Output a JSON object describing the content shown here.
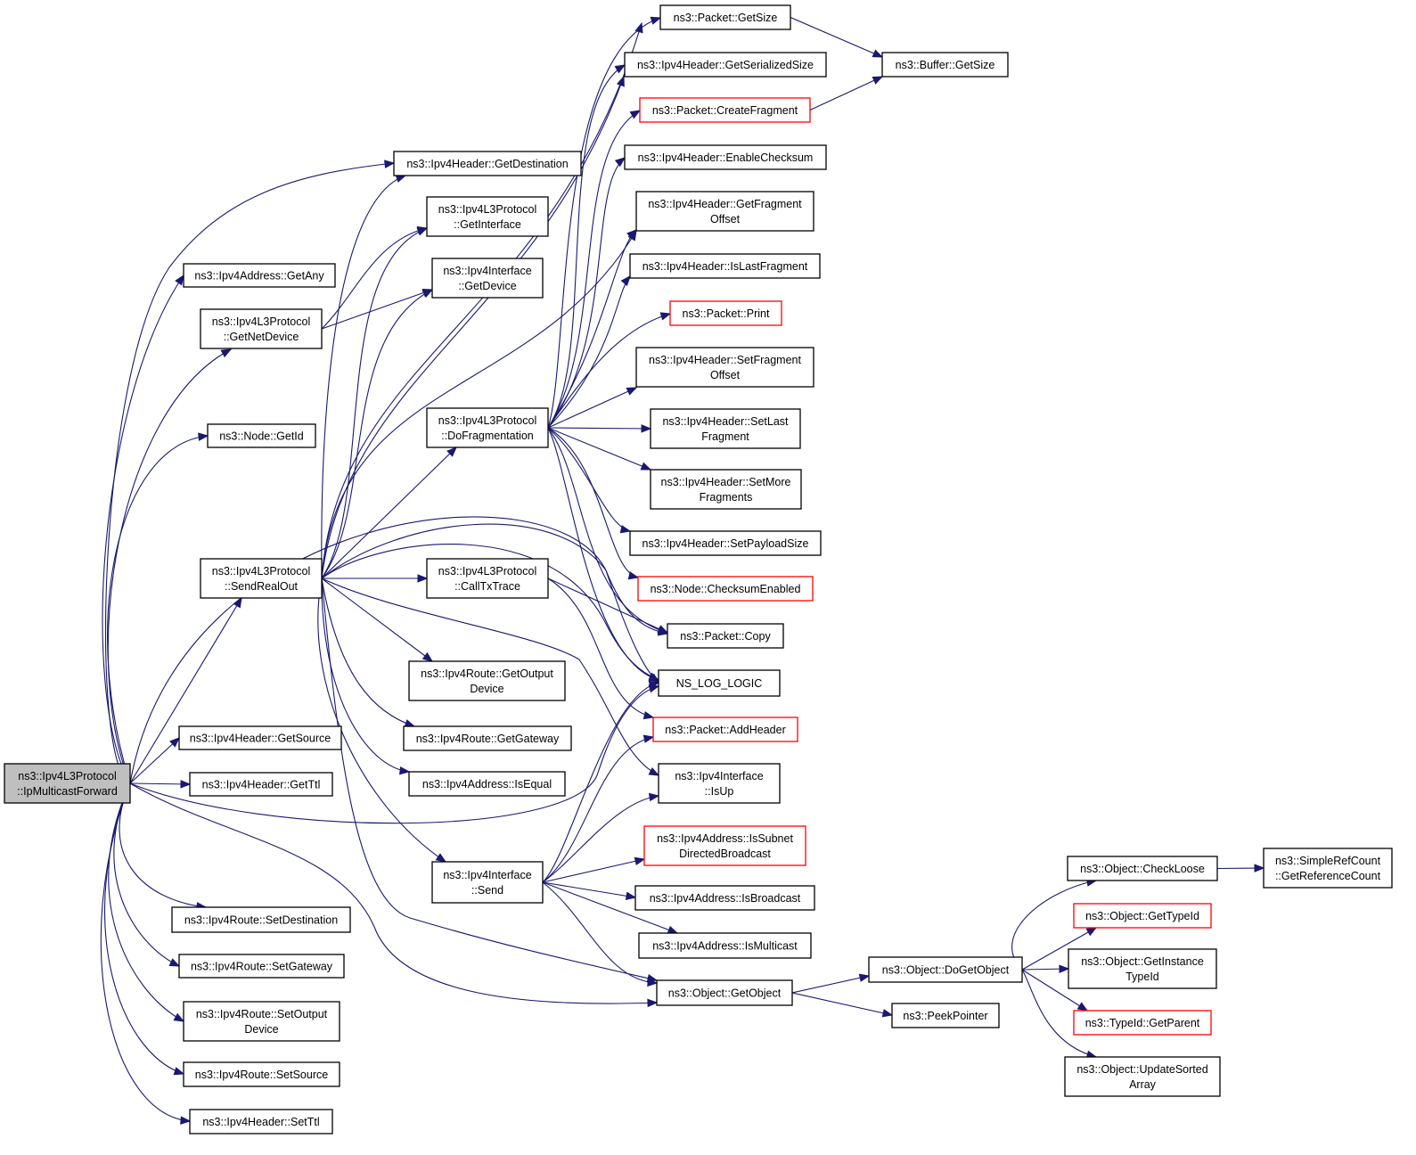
{
  "diagram": {
    "nodes": [
      {
        "id": "root",
        "lines": [
          "ns3::Ipv4L3Protocol",
          "::IpMulticastForward"
        ],
        "style": "root"
      },
      {
        "id": "getdest",
        "lines": [
          "ns3::Ipv4Header::GetDestination"
        ],
        "style": "normal"
      },
      {
        "id": "getany",
        "lines": [
          "ns3::Ipv4Address::GetAny"
        ],
        "style": "normal"
      },
      {
        "id": "getnetdev",
        "lines": [
          "ns3::Ipv4L3Protocol",
          "::GetNetDevice"
        ],
        "style": "normal"
      },
      {
        "id": "nodegetid",
        "lines": [
          "ns3::Node::GetId"
        ],
        "style": "normal"
      },
      {
        "id": "sendrealout",
        "lines": [
          "ns3::Ipv4L3Protocol",
          "::SendRealOut"
        ],
        "style": "normal"
      },
      {
        "id": "getsource",
        "lines": [
          "ns3::Ipv4Header::GetSource"
        ],
        "style": "normal"
      },
      {
        "id": "getttl",
        "lines": [
          "ns3::Ipv4Header::GetTtl"
        ],
        "style": "normal"
      },
      {
        "id": "setdestination",
        "lines": [
          "ns3::Ipv4Route::SetDestination"
        ],
        "style": "normal"
      },
      {
        "id": "setgateway",
        "lines": [
          "ns3::Ipv4Route::SetGateway"
        ],
        "style": "normal"
      },
      {
        "id": "setoutputdevice",
        "lines": [
          "ns3::Ipv4Route::SetOutput",
          "Device"
        ],
        "style": "normal"
      },
      {
        "id": "setsource",
        "lines": [
          "ns3::Ipv4Route::SetSource"
        ],
        "style": "normal"
      },
      {
        "id": "setttl",
        "lines": [
          "ns3::Ipv4Header::SetTtl"
        ],
        "style": "normal"
      },
      {
        "id": "getinterface",
        "lines": [
          "ns3::Ipv4L3Protocol",
          "::GetInterface"
        ],
        "style": "normal"
      },
      {
        "id": "getdevice",
        "lines": [
          "ns3::Ipv4Interface",
          "::GetDevice"
        ],
        "style": "normal"
      },
      {
        "id": "dofrag",
        "lines": [
          "ns3::Ipv4L3Protocol",
          "::DoFragmentation"
        ],
        "style": "normal"
      },
      {
        "id": "calltxtrace",
        "lines": [
          "ns3::Ipv4L3Protocol",
          "::CallTxTrace"
        ],
        "style": "normal"
      },
      {
        "id": "getoutputdevice",
        "lines": [
          "ns3::Ipv4Route::GetOutput",
          "Device"
        ],
        "style": "normal"
      },
      {
        "id": "routegetgateway",
        "lines": [
          "ns3::Ipv4Route::GetGateway"
        ],
        "style": "normal"
      },
      {
        "id": "isequal",
        "lines": [
          "ns3::Ipv4Address::IsEqual"
        ],
        "style": "normal"
      },
      {
        "id": "ifsend",
        "lines": [
          "ns3::Ipv4Interface",
          "::Send"
        ],
        "style": "normal"
      },
      {
        "id": "pktgetsize",
        "lines": [
          "ns3::Packet::GetSize"
        ],
        "style": "normal"
      },
      {
        "id": "getserializedsize",
        "lines": [
          "ns3::Ipv4Header::GetSerializedSize"
        ],
        "style": "normal"
      },
      {
        "id": "createfragment",
        "lines": [
          "ns3::Packet::CreateFragment"
        ],
        "style": "red"
      },
      {
        "id": "enablechecksum",
        "lines": [
          "ns3::Ipv4Header::EnableChecksum"
        ],
        "style": "normal"
      },
      {
        "id": "getfragoffset",
        "lines": [
          "ns3::Ipv4Header::GetFragment",
          "Offset"
        ],
        "style": "normal"
      },
      {
        "id": "islastfrag",
        "lines": [
          "ns3::Ipv4Header::IsLastFragment"
        ],
        "style": "normal"
      },
      {
        "id": "pktprint",
        "lines": [
          "ns3::Packet::Print"
        ],
        "style": "red"
      },
      {
        "id": "setfragoffset",
        "lines": [
          "ns3::Ipv4Header::SetFragment",
          "Offset"
        ],
        "style": "normal"
      },
      {
        "id": "setlastfrag",
        "lines": [
          "ns3::Ipv4Header::SetLast",
          "Fragment"
        ],
        "style": "normal"
      },
      {
        "id": "setmorefrag",
        "lines": [
          "ns3::Ipv4Header::SetMore",
          "Fragments"
        ],
        "style": "normal"
      },
      {
        "id": "setpayloadsize",
        "lines": [
          "ns3::Ipv4Header::SetPayloadSize"
        ],
        "style": "normal"
      },
      {
        "id": "checksumenabled",
        "lines": [
          "ns3::Node::ChecksumEnabled"
        ],
        "style": "red"
      },
      {
        "id": "pktcopy",
        "lines": [
          "ns3::Packet::Copy"
        ],
        "style": "normal"
      },
      {
        "id": "nslog",
        "lines": [
          "NS_LOG_LOGIC"
        ],
        "style": "normal"
      },
      {
        "id": "addheader",
        "lines": [
          "ns3::Packet::AddHeader"
        ],
        "style": "red"
      },
      {
        "id": "isup",
        "lines": [
          "ns3::Ipv4Interface",
          "::IsUp"
        ],
        "style": "normal"
      },
      {
        "id": "issubnet",
        "lines": [
          "ns3::Ipv4Address::IsSubnet",
          "DirectedBroadcast"
        ],
        "style": "red"
      },
      {
        "id": "isbroadcast",
        "lines": [
          "ns3::Ipv4Address::IsBroadcast"
        ],
        "style": "normal"
      },
      {
        "id": "ismulticast",
        "lines": [
          "ns3::Ipv4Address::IsMulticast"
        ],
        "style": "normal"
      },
      {
        "id": "getobject",
        "lines": [
          "ns3::Object::GetObject"
        ],
        "style": "normal"
      },
      {
        "id": "buffergetsize",
        "lines": [
          "ns3::Buffer::GetSize"
        ],
        "style": "normal"
      },
      {
        "id": "dogetobject",
        "lines": [
          "ns3::Object::DoGetObject"
        ],
        "style": "normal"
      },
      {
        "id": "peekpointer",
        "lines": [
          "ns3::PeekPointer"
        ],
        "style": "normal"
      },
      {
        "id": "checkloose",
        "lines": [
          "ns3::Object::CheckLoose"
        ],
        "style": "normal"
      },
      {
        "id": "gettypeid",
        "lines": [
          "ns3::Object::GetTypeId"
        ],
        "style": "red"
      },
      {
        "id": "getinstancetypeid",
        "lines": [
          "ns3::Object::GetInstance",
          "TypeId"
        ],
        "style": "normal"
      },
      {
        "id": "getparent",
        "lines": [
          "ns3::TypeId::GetParent"
        ],
        "style": "red"
      },
      {
        "id": "updatesorted",
        "lines": [
          "ns3::Object::UpdateSorted",
          "Array"
        ],
        "style": "normal"
      },
      {
        "id": "getrefcount",
        "lines": [
          "ns3::SimpleRefCount",
          "::GetReferenceCount"
        ],
        "style": "normal"
      }
    ]
  }
}
